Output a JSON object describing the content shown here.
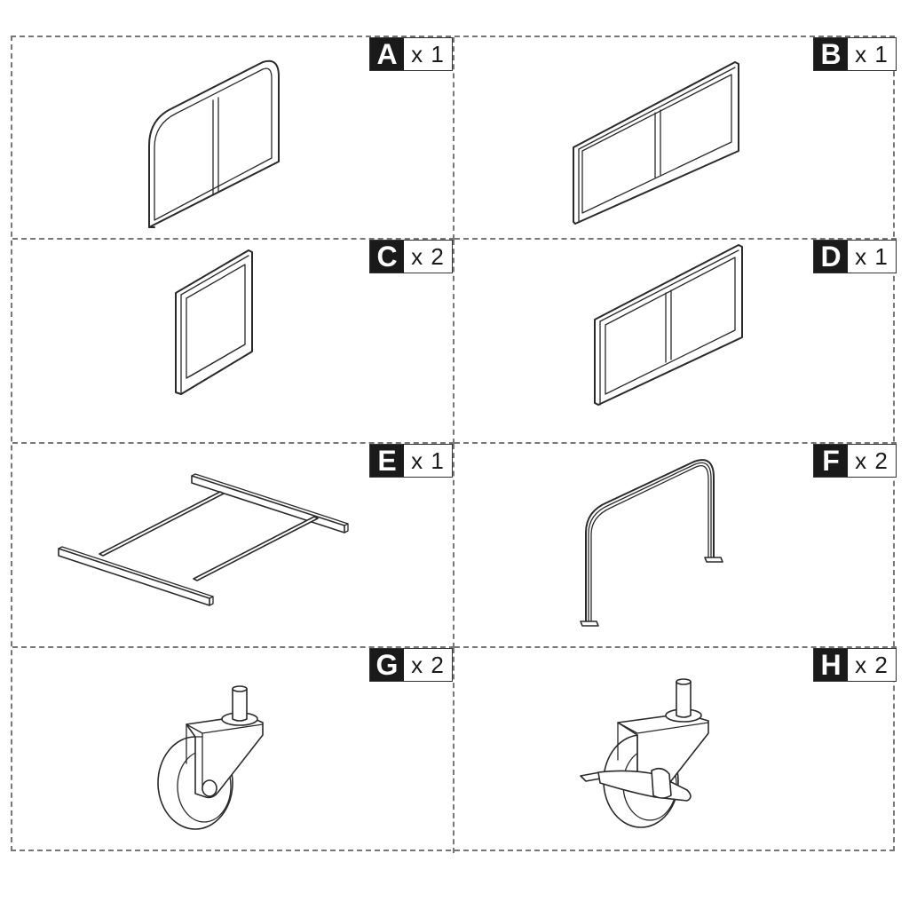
{
  "parts": [
    {
      "id": "A",
      "letter": "A",
      "quantity": "x 1",
      "icon": "rounded-frame-with-center-bar"
    },
    {
      "id": "B",
      "letter": "B",
      "quantity": "x 1",
      "icon": "long-rectangular-frame-with-center-bar"
    },
    {
      "id": "C",
      "letter": "C",
      "quantity": "x 2",
      "icon": "small-rectangular-frame"
    },
    {
      "id": "D",
      "letter": "D",
      "quantity": "x 1",
      "icon": "rectangular-frame-with-center-bar"
    },
    {
      "id": "E",
      "letter": "E",
      "quantity": "x 1",
      "icon": "base-ladder-frame"
    },
    {
      "id": "F",
      "letter": "F",
      "quantity": "x 2",
      "icon": "u-shaped-handle-tube"
    },
    {
      "id": "G",
      "letter": "G",
      "quantity": "x 2",
      "icon": "swivel-caster-wheel"
    },
    {
      "id": "H",
      "letter": "H",
      "quantity": "x 2",
      "icon": "locking-caster-wheel"
    }
  ],
  "colors": {
    "label_background": "#1a1a1a",
    "label_text": "#ffffff",
    "line_art": "#2a2a2a",
    "grid_border": "#777777"
  }
}
